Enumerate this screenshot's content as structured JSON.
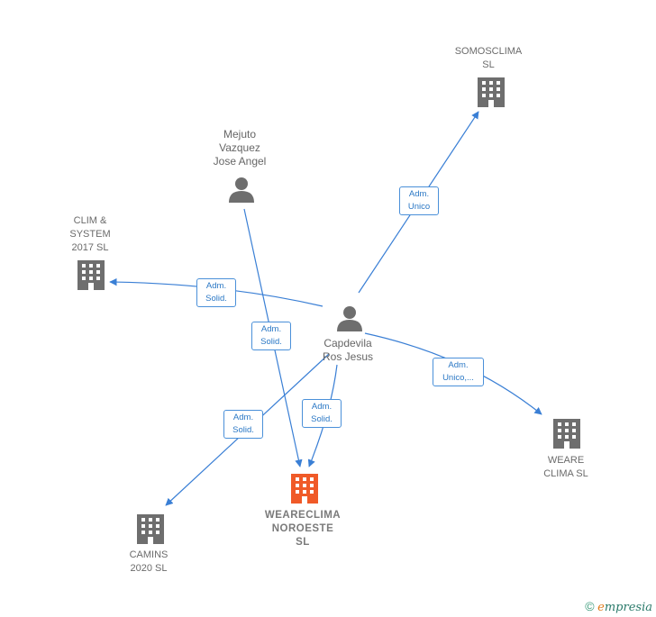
{
  "nodes": {
    "somosclima": "SOMOSCLIMA\nSL",
    "mejuto": "Mejuto\nVazquez\nJose Angel",
    "clim_system": "CLIM &\nSYSTEM\n2017  SL",
    "capdevila": "Capdevila\nRos Jesus",
    "weare_clima": "WEARE\nCLIMA  SL",
    "weareclima_noroeste": "WEARECLIMA\nNOROESTE\nSL",
    "camins": "CAMINS\n2020  SL"
  },
  "edges": {
    "to_somosclima": "Adm.\nUnico",
    "to_clim_system": "Adm.\nSolid.",
    "mejuto_to_noroeste": "Adm.\nSolid.",
    "capdevila_to_noroeste": "Adm.\nSolid.",
    "to_weare_clima": "Adm.\nUnico,...",
    "to_camins": "Adm.\nSolid."
  },
  "colors": {
    "edge": "#3a7fd5",
    "company_icon": "#6e6e6e",
    "main_company_icon": "#f05a28",
    "person_icon": "#6e6e6e"
  },
  "brand": {
    "copyright": "©",
    "e": "e",
    "name": "mpresia"
  }
}
